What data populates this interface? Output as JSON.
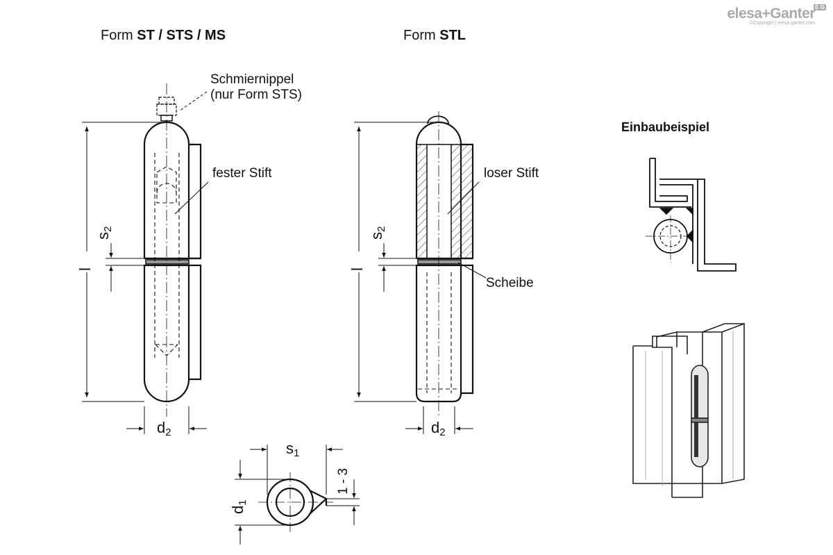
{
  "titles": {
    "form_left_prefix": "Form",
    "form_left_bold": "ST / STS / MS",
    "form_right_prefix": "Form",
    "form_right_bold": "STL",
    "install_example": "Einbaubeispiel"
  },
  "callouts": {
    "lube_line1": "Schmiernippel",
    "lube_line2": "(nur Form STS)",
    "fixed_pin": "fester Stift",
    "loose_pin": "loser Stift",
    "washer": "Scheibe"
  },
  "dimensions": {
    "length": "l",
    "s2_base": "s",
    "s2_sub": "2",
    "d2_base": "d",
    "d2_sub": "2",
    "s1_base": "s",
    "s1_sub": "1",
    "d1_base": "d",
    "d1_sub": "1",
    "range": "1 - 3"
  },
  "brand": {
    "name": "elesa+Ganter",
    "badge": "E G",
    "copyright": "©Copyright | elesa-ganter.com"
  }
}
